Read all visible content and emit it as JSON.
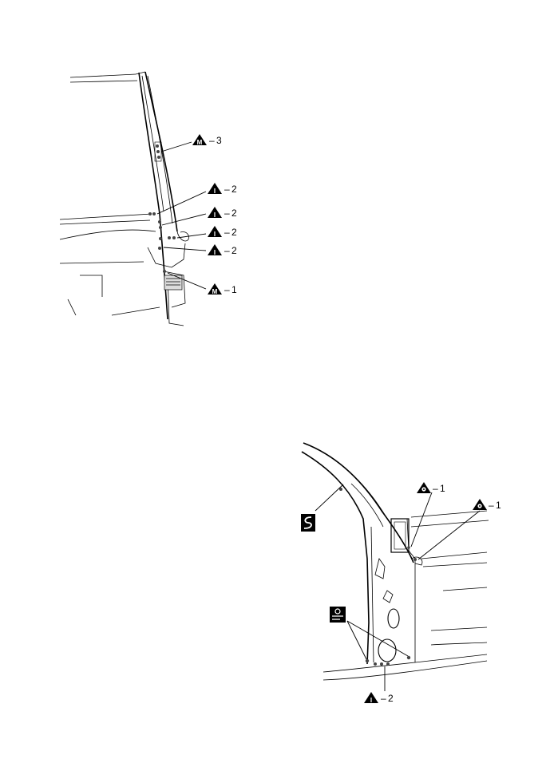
{
  "figure_top": {
    "callouts": [
      {
        "symbol": "M",
        "number": "3"
      },
      {
        "symbol": "I",
        "number": "2"
      },
      {
        "symbol": "I",
        "number": "2"
      },
      {
        "symbol": "I",
        "number": "2"
      },
      {
        "symbol": "I",
        "number": "2"
      },
      {
        "symbol": "M",
        "number": "1"
      }
    ]
  },
  "figure_bottom": {
    "callouts": [
      {
        "symbol": "O",
        "number": "1"
      },
      {
        "symbol": "O",
        "number": "1"
      },
      {
        "symbol": "I",
        "number": "2"
      }
    ],
    "dash": "–"
  }
}
